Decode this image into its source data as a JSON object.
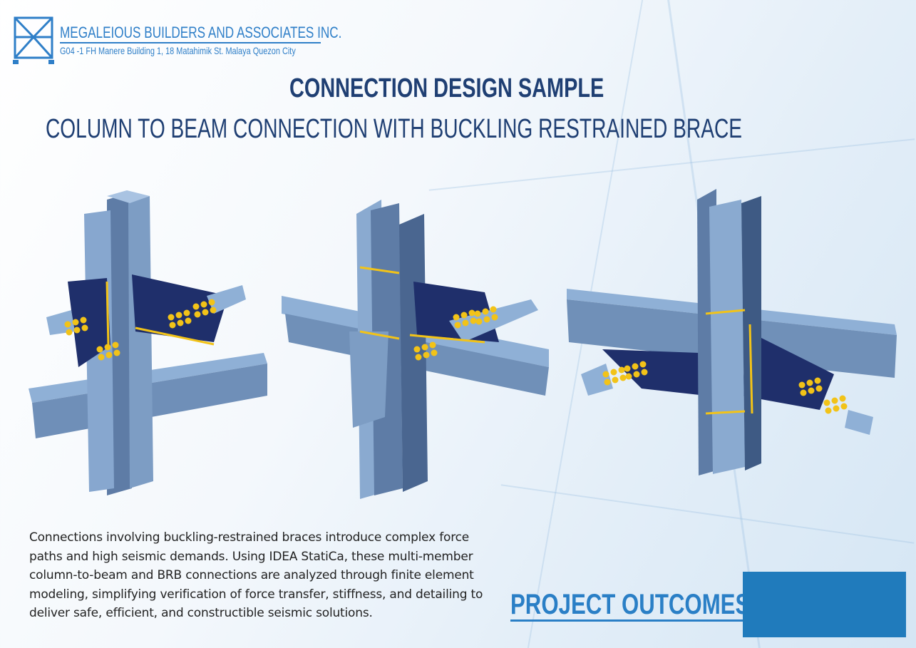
{
  "header": {
    "company_name": "MEGALEIOUS BUILDERS AND ASSOCIATES INC.",
    "address": "G04 -1 FH Manere Building 1, 18 Matahimik St. Malaya Quezon City"
  },
  "main": {
    "title": "CONNECTION DESIGN SAMPLE",
    "subtitle": "COLUMN TO BEAM CONNECTION WITH BUCKLING RESTRAINED BRACE",
    "description": "Connections involving buckling-restrained braces introduce complex force paths and high seismic demands. Using IDEA StatiCa, these multi-member column-to-beam and BRB connections are analyzed through finite element modeling, simplifying verification of force transfer, stiffness, and detailing to deliver safe, efficient, and constructible seismic solutions.",
    "outcomes_link": "PROJECT OUTCOMES"
  },
  "colors": {
    "brand_blue": "#2f7fc8",
    "title_navy": "#1f3f73",
    "steel": "#7d9dc4",
    "plate": "#1f2f6b",
    "weld": "#f2c318",
    "accent_box": "#207bbc"
  }
}
